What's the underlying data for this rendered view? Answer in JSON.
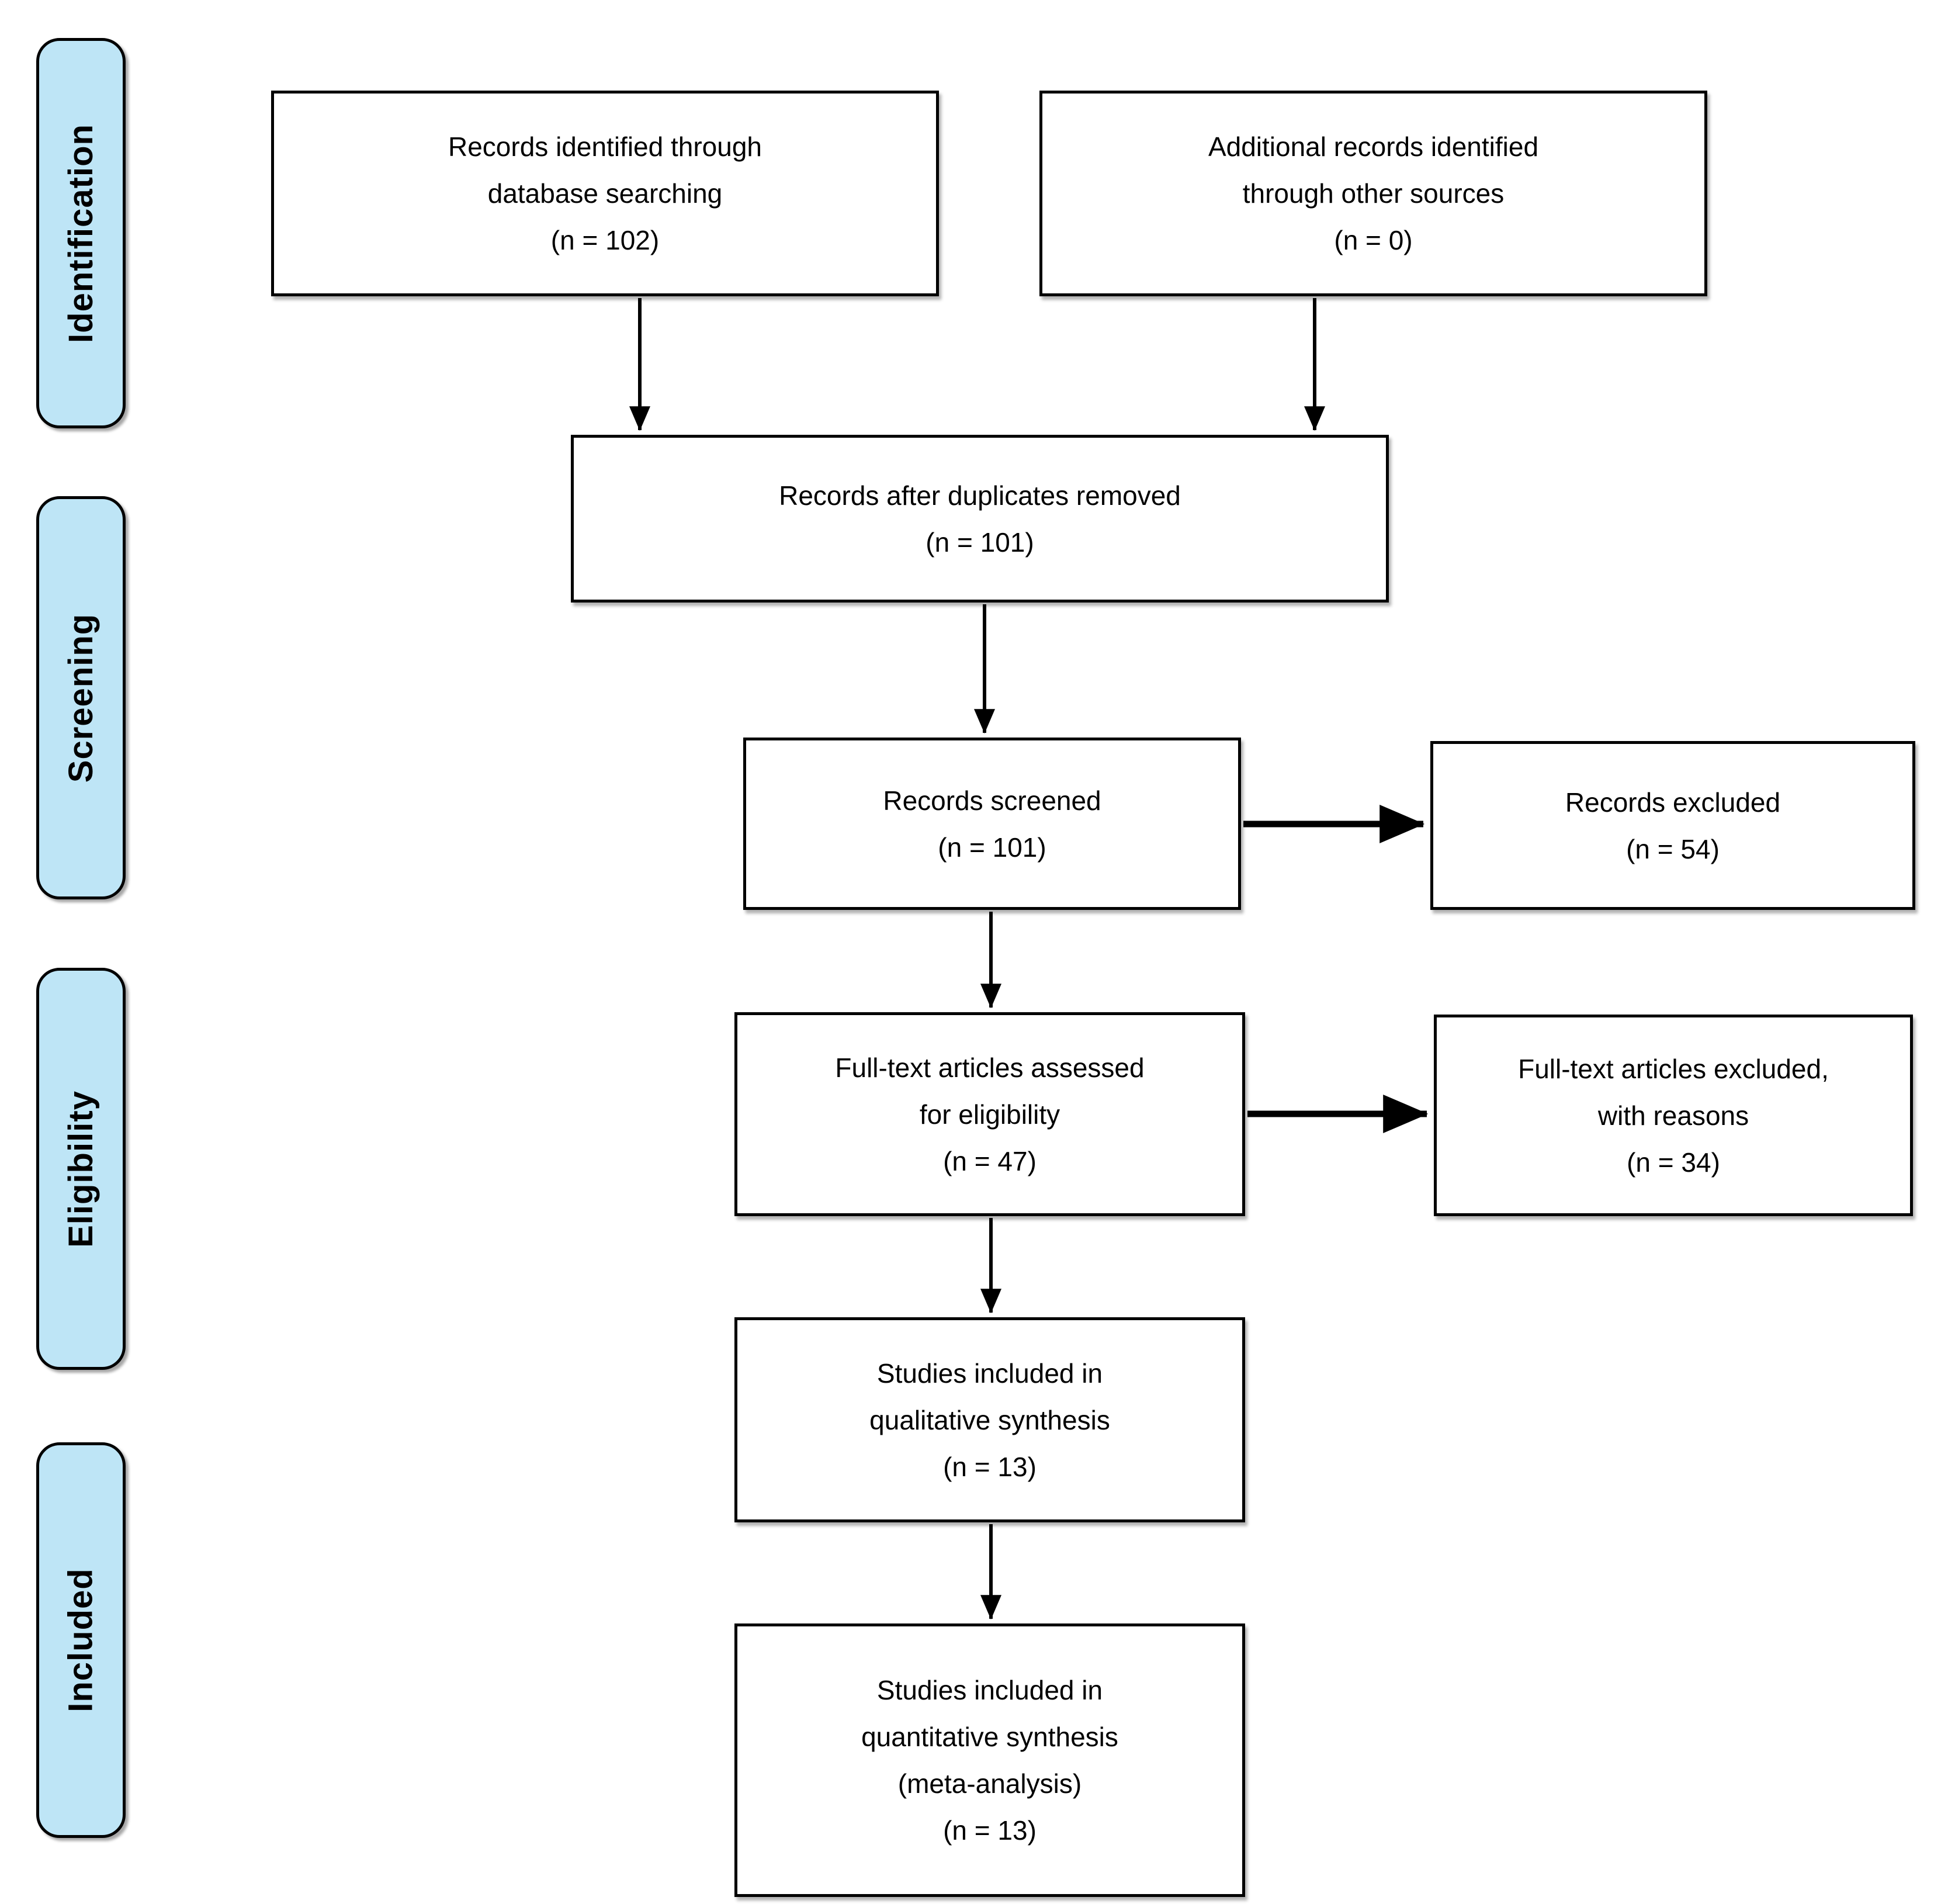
{
  "stages": [
    {
      "label": "Identification"
    },
    {
      "label": "Screening"
    },
    {
      "label": "Eligibility"
    },
    {
      "label": "Included"
    }
  ],
  "boxes": [
    {
      "id": "identified",
      "lines": [
        "Records identified through",
        "database searching",
        "(n = 102)"
      ]
    },
    {
      "id": "additional",
      "lines": [
        "Additional records identified",
        "through other sources",
        "(n = 0)"
      ]
    },
    {
      "id": "duplicates",
      "lines": [
        "Records after duplicates removed",
        "(n = 101)"
      ]
    },
    {
      "id": "screened",
      "lines": [
        "Records screened",
        "(n = 101)"
      ]
    },
    {
      "id": "excluded",
      "lines": [
        "Records excluded",
        "(n = 54)"
      ]
    },
    {
      "id": "fulltext",
      "lines": [
        "Full-text articles assessed",
        "for eligibility",
        "(n = 47)"
      ]
    },
    {
      "id": "fulltext_excluded",
      "lines": [
        "Full-text articles excluded,",
        "with reasons",
        "(n = 34)"
      ]
    },
    {
      "id": "qualitative",
      "lines": [
        "Studies included in",
        "qualitative synthesis",
        "(n = 13)"
      ]
    },
    {
      "id": "quantitative",
      "lines": [
        "Studies included in",
        "quantitative synthesis",
        "(meta-analysis)",
        "(n = 13)"
      ]
    }
  ],
  "colors": {
    "stage_fill": "#bee5f6",
    "stroke": "#000000",
    "box_fill": "#ffffff"
  }
}
